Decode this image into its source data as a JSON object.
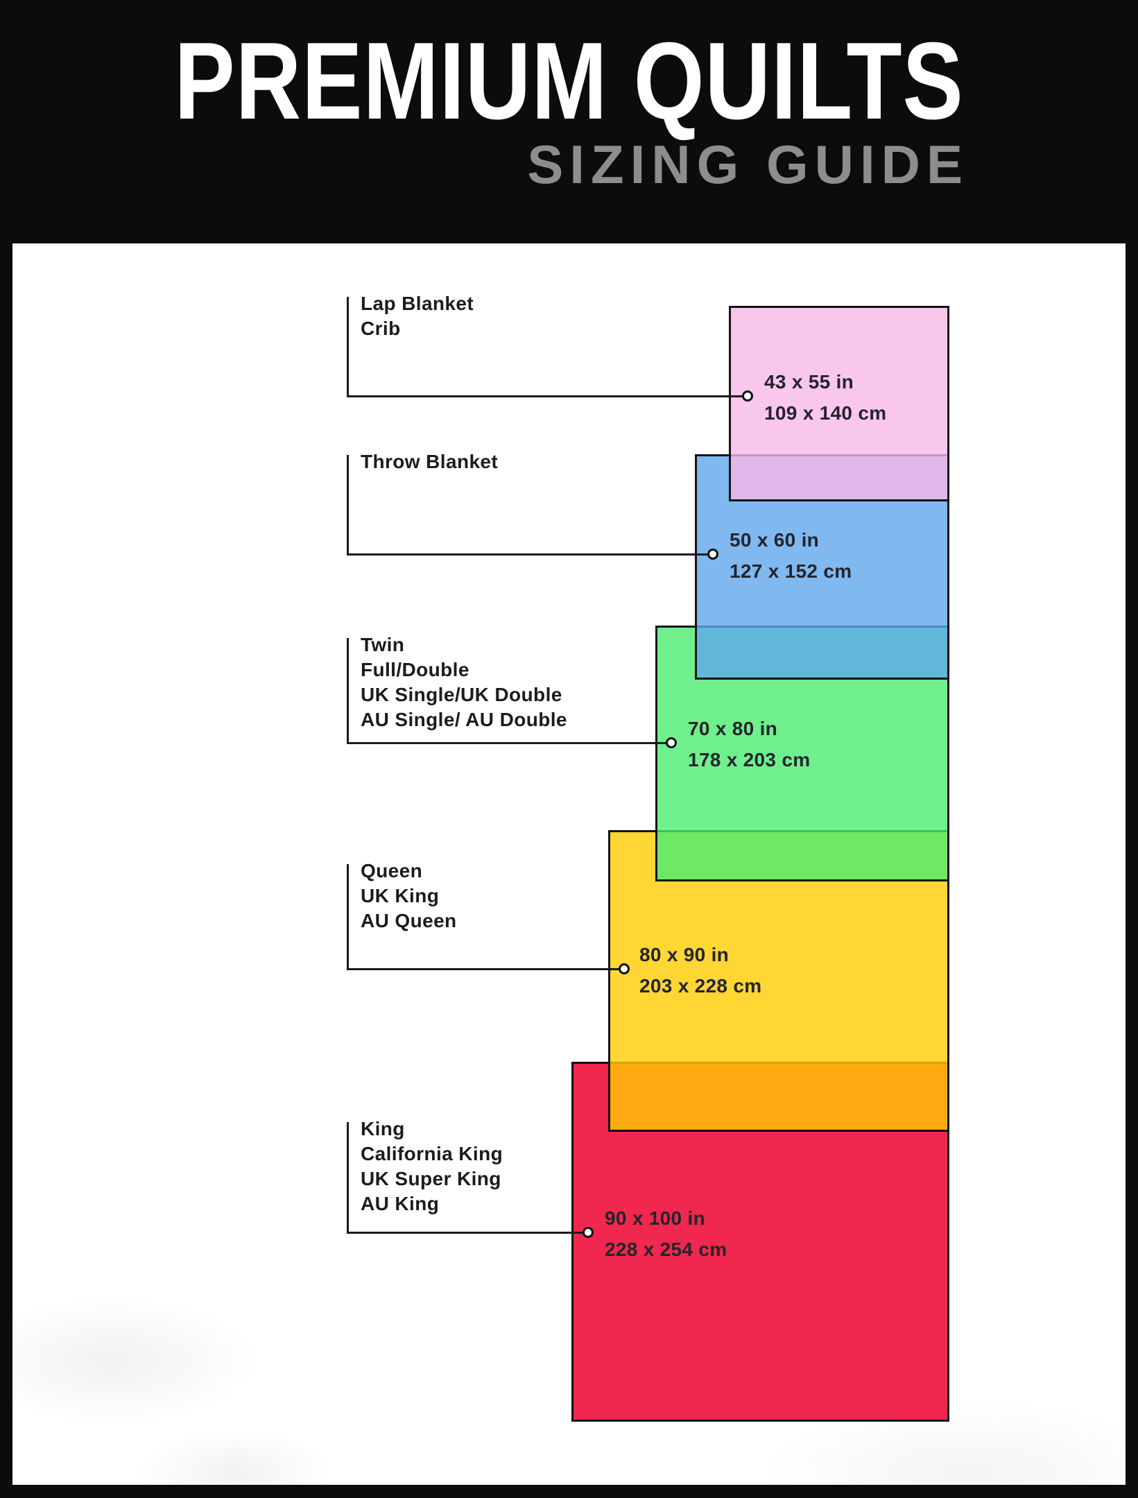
{
  "header": {
    "title": "PREMIUM QUILTS",
    "subtitle": "SIZING GUIDE"
  },
  "palette": {
    "page_bg": "#0c0c0c",
    "panel_bg": "#ffffff",
    "title_color": "#ffffff",
    "subtitle_color": "#8d8d8d",
    "connector_color": "#1a1a1a",
    "label_color": "#1c1c1c",
    "dimension_text_color": "#24242c"
  },
  "sizes": [
    {
      "id": "lap-blanket-crib",
      "labels": [
        "Lap Blanket",
        "Crib"
      ],
      "size_in": "43 x 55 in",
      "size_cm": "109 x 140 cm",
      "fill_hex": "#f8b8e7",
      "fill_alpha": 0.8
    },
    {
      "id": "throw-blanket",
      "labels": [
        "Throw Blanket"
      ],
      "size_in": "50 x 60 in",
      "size_cm": "127 x 152 cm",
      "fill_hex": "#5fa8ec",
      "fill_alpha": 0.8
    },
    {
      "id": "twin-full-double",
      "labels": [
        "Twin",
        "Full/Double",
        "UK Single/UK Double",
        "AU Single/ AU Double"
      ],
      "size_in": "70 x 80 in",
      "size_cm": "178 x 203 cm",
      "fill_hex": "#4bec70",
      "fill_alpha": 0.8
    },
    {
      "id": "queen-uk-king-au-queen",
      "labels": [
        "Queen",
        "UK King",
        "AU Queen"
      ],
      "size_in": "80 x 90 in",
      "size_cm": "203 x 228 cm",
      "fill_hex": "#ffcc00",
      "fill_alpha": 0.8
    },
    {
      "id": "king-california-king",
      "labels": [
        "King",
        "California King",
        "UK Super King",
        "AU King"
      ],
      "size_in": "90 x 100 in",
      "size_cm": "228 x 254 cm",
      "fill_hex": "#f0274e",
      "fill_alpha": 1
    }
  ]
}
